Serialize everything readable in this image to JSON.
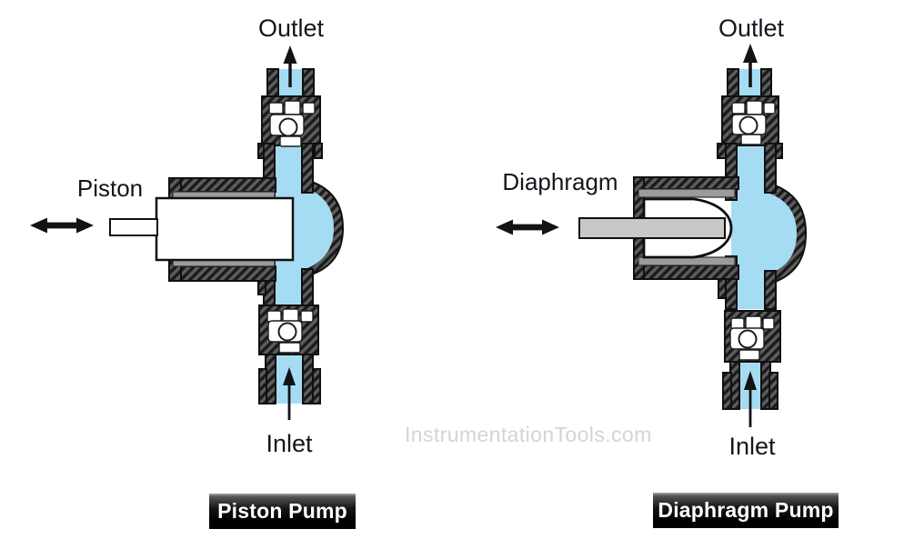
{
  "watermark": {
    "text": "InstrumentationTools.com",
    "color": "#d4d4d8"
  },
  "colors": {
    "fluid": "#a5dcf4",
    "housing_base": "#474747",
    "hatch_dark": "#161616",
    "hatch_light": "#707070",
    "band": "#9b9b9b",
    "rod": "#c8c8c8",
    "outline": "#101010",
    "label_text": "#15151d",
    "watermark": "#d4d4d8",
    "caption_text": "#ffffff",
    "background": "#ffffff"
  },
  "pumps": [
    {
      "id": "piston-pump",
      "outlet_label": "Outlet",
      "inlet_label": "Inlet",
      "actuator_label": "Piston",
      "caption": "Piston Pump"
    },
    {
      "id": "diaphragm-pump",
      "outlet_label": "Outlet",
      "inlet_label": "Inlet",
      "actuator_label": "Diaphragm",
      "caption": "Diaphragm Pump"
    }
  ]
}
